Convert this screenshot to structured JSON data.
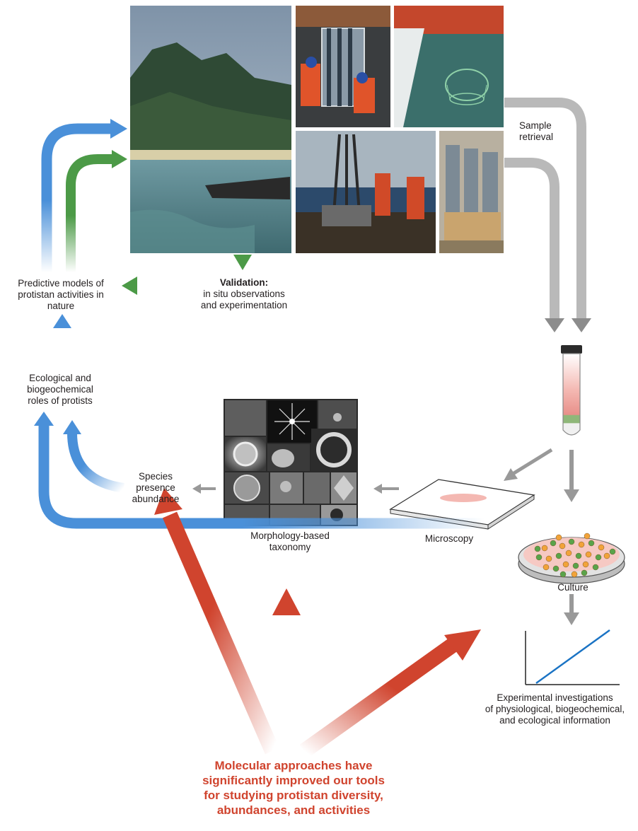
{
  "labels": {
    "sample_retrieval": "Sample\nretrieval",
    "predictive_models": "Predictive models of\nprotistan activities in\nnature",
    "validation_title": "Validation:",
    "validation_body": "in situ observations\nand experimentation",
    "ecological_roles": "Ecological and\nbiogeochemical\nroles of protists",
    "species_presence": "Species\npresence\nabundance",
    "microscopy": "Microscopy",
    "morphology": "Morphology-based\ntaxonomy",
    "culture": "Culture",
    "experimental": "Experimental investigations\nof physiological, biogeochemical,\nand ecological information",
    "molecular": "Molecular approaches have\nsignificantly improved our tools\nfor studying protistan diversity,\nabundances, and activities"
  },
  "colors": {
    "blue_arrow": "#4a90d9",
    "green_arrow": "#4c9a47",
    "red_arrow": "#d0442e",
    "gray_arrow": "#999999",
    "molecular_text": "#d0442e",
    "graph_line": "#1a73c4"
  },
  "icons": {
    "tube": "test-tube-icon",
    "slide": "microscope-slide-icon",
    "dish": "petri-dish-icon",
    "graph": "line-graph-icon"
  }
}
